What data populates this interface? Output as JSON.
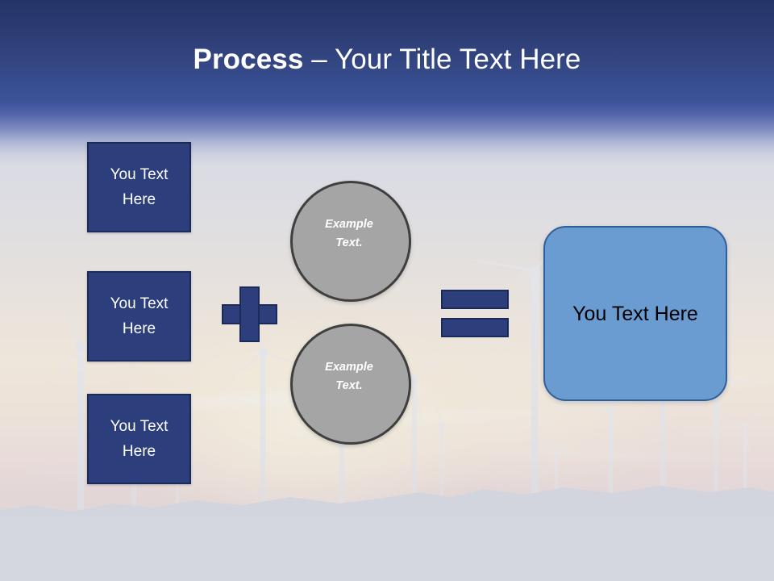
{
  "slide": {
    "title": {
      "strong": "Process",
      "rest": " – Your Title Text Here"
    },
    "colors": {
      "title_band_top": "#253468",
      "title_band_mid": "#3a5196",
      "navy_fill": "#2c3f7c",
      "navy_border": "#1b2a56",
      "circle_fill": "#a5a5a5",
      "circle_border": "#3f3f3f",
      "result_fill": "#6a9bd1",
      "result_border": "#2f6099",
      "title_text": "#ffffff",
      "result_text": "#000000"
    },
    "inputs": [
      {
        "label": "You Text Here"
      },
      {
        "label": "You Text Here"
      },
      {
        "label": "You Text Here"
      }
    ],
    "operator_plus": {
      "symbol": "+",
      "name": "plus-sign"
    },
    "operator_equals": {
      "symbol": "=",
      "name": "equals-sign"
    },
    "circles": [
      {
        "line1": "Example",
        "line2": "Text."
      },
      {
        "line1": "Example",
        "line2": "Text."
      }
    ],
    "result": {
      "label": "You Text Here"
    },
    "background": {
      "description": "wind-turbines-at-dusk-photo"
    }
  }
}
